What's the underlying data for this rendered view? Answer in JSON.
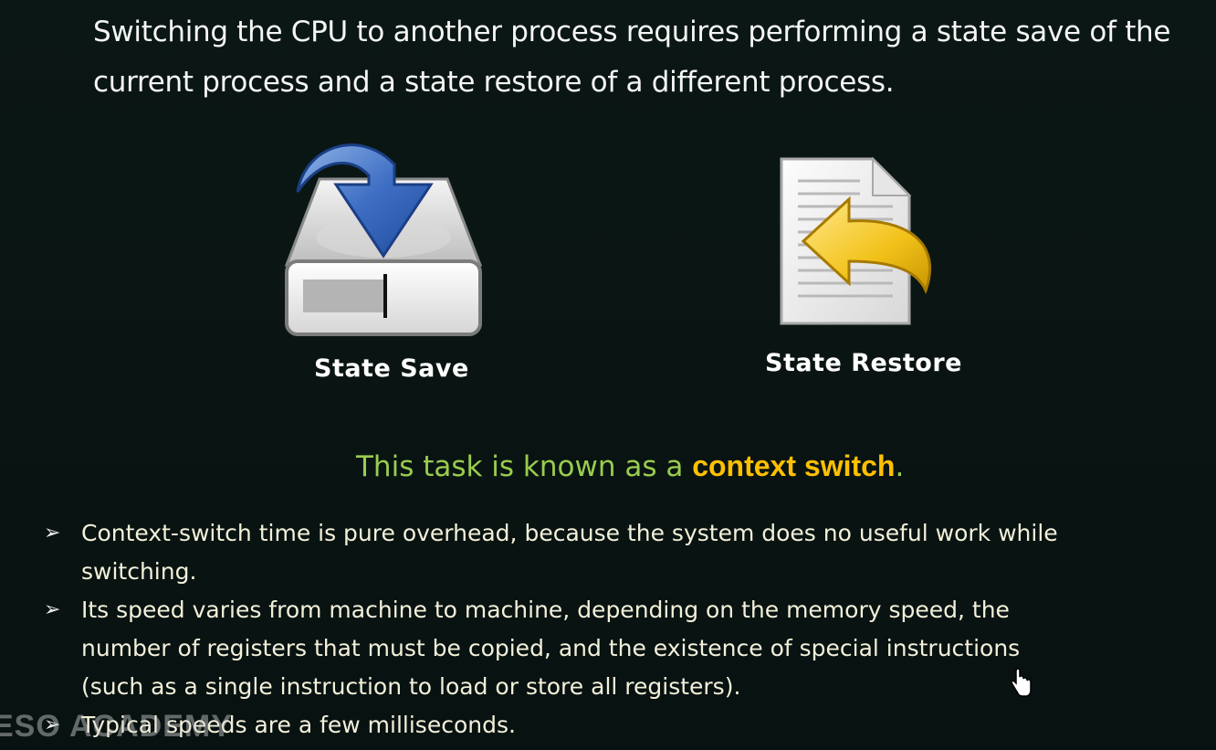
{
  "intro": {
    "line1": "Switching the CPU to another process requires performing a state save of the",
    "line2": "current process and a state restore of a different process."
  },
  "icons": {
    "save": "save-drive-icon",
    "restore": "restore-document-icon"
  },
  "captions": {
    "save": "State  Save",
    "restore": "State  Restore"
  },
  "highlight": {
    "prefix": "This task is known as a ",
    "term": "context switch",
    "suffix": "."
  },
  "bullet_marker": "➢",
  "bullets": [
    {
      "lines": [
        "Context-switch  time is pure overhead, because the system does no useful work while",
        "switching."
      ]
    },
    {
      "lines": [
        "Its speed varies from machine to machine, depending on the memory speed, the",
        "number of registers that must be copied, and the existence of special instructions",
        "(such as a single instruction to load or store all registers)."
      ]
    },
    {
      "lines": [
        "Typical speeds are a few milliseconds."
      ]
    }
  ],
  "watermark": "ESO ACADEMY",
  "colors": {
    "background": "#081311",
    "highlight_text": "#9acc4e",
    "highlight_term": "#ffc000",
    "bullet_text": "#f3f0da"
  }
}
